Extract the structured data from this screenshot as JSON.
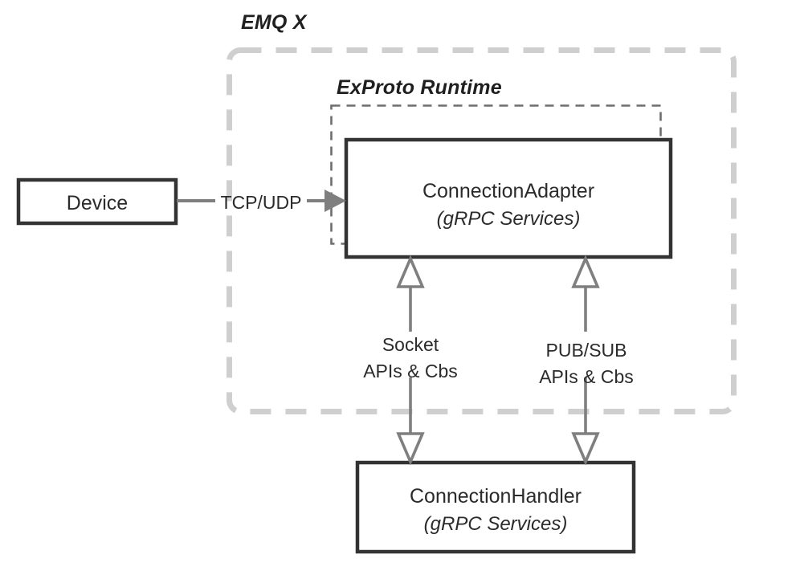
{
  "diagram": {
    "type": "architecture-block-diagram",
    "background_color": "#ffffff",
    "groups": [
      {
        "id": "emqx",
        "label": "EMQ X",
        "border_style": "dashed",
        "border_color": "#cfcfcf"
      },
      {
        "id": "exproto",
        "label": "ExProto Runtime",
        "border_style": "dashed",
        "border_color": "#6e6e6e"
      }
    ],
    "nodes": [
      {
        "id": "device",
        "title": "Device",
        "subtitle": "",
        "border_color": "#333333"
      },
      {
        "id": "connection-adapter",
        "title": "ConnectionAdapter",
        "subtitle": "(gRPC Services)",
        "border_color": "#333333"
      },
      {
        "id": "connection-handler",
        "title": "ConnectionHandler",
        "subtitle": "(gRPC Services)",
        "border_color": "#333333"
      }
    ],
    "edges": [
      {
        "id": "device-to-adapter",
        "label": "TCP/UDP",
        "from": "device",
        "to": "connection-adapter",
        "arrow": "single-filled",
        "color": "#7f7f7f"
      },
      {
        "id": "socket-apis",
        "label_line1": "Socket",
        "label_line2": "APIs & Cbs",
        "from": "connection-adapter",
        "to": "connection-handler",
        "arrow": "double-hollow",
        "color": "#7f7f7f"
      },
      {
        "id": "pubsub-apis",
        "label_line1": "PUB/SUB",
        "label_line2": "APIs & Cbs",
        "from": "connection-adapter",
        "to": "connection-handler",
        "arrow": "double-hollow",
        "color": "#7f7f7f"
      }
    ]
  }
}
